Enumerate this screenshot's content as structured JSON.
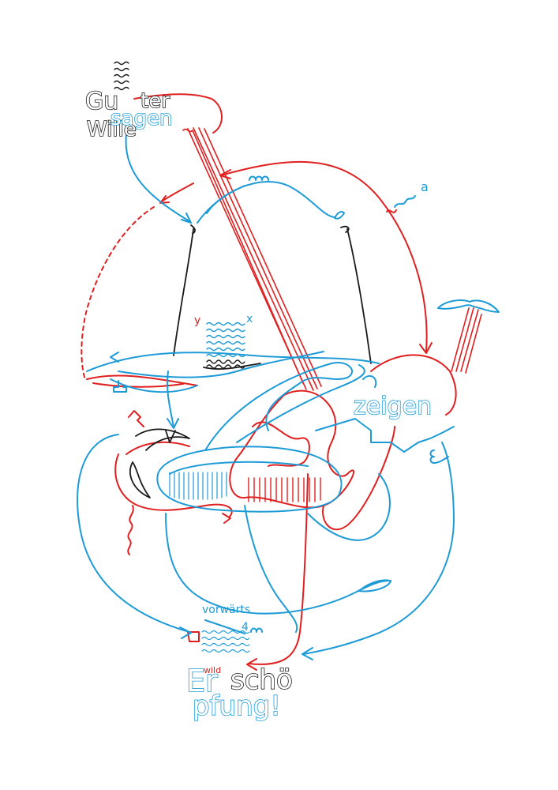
{
  "colors": {
    "blue": "#1e9bd7",
    "red": "#e02020",
    "black": "#1a1a1a",
    "background": "#ffffff"
  },
  "words": {
    "gu": "Gu",
    "ter": "ter",
    "sagen": "sagen",
    "wille": "Wille",
    "a": "a",
    "y": "y",
    "x": "x",
    "zeigen": "zeigen",
    "vorwaerts": "vorwärts",
    "four": "4",
    "wild": "wild",
    "er": "Er",
    "schoe": "schö",
    "pfung": "pfung!"
  }
}
